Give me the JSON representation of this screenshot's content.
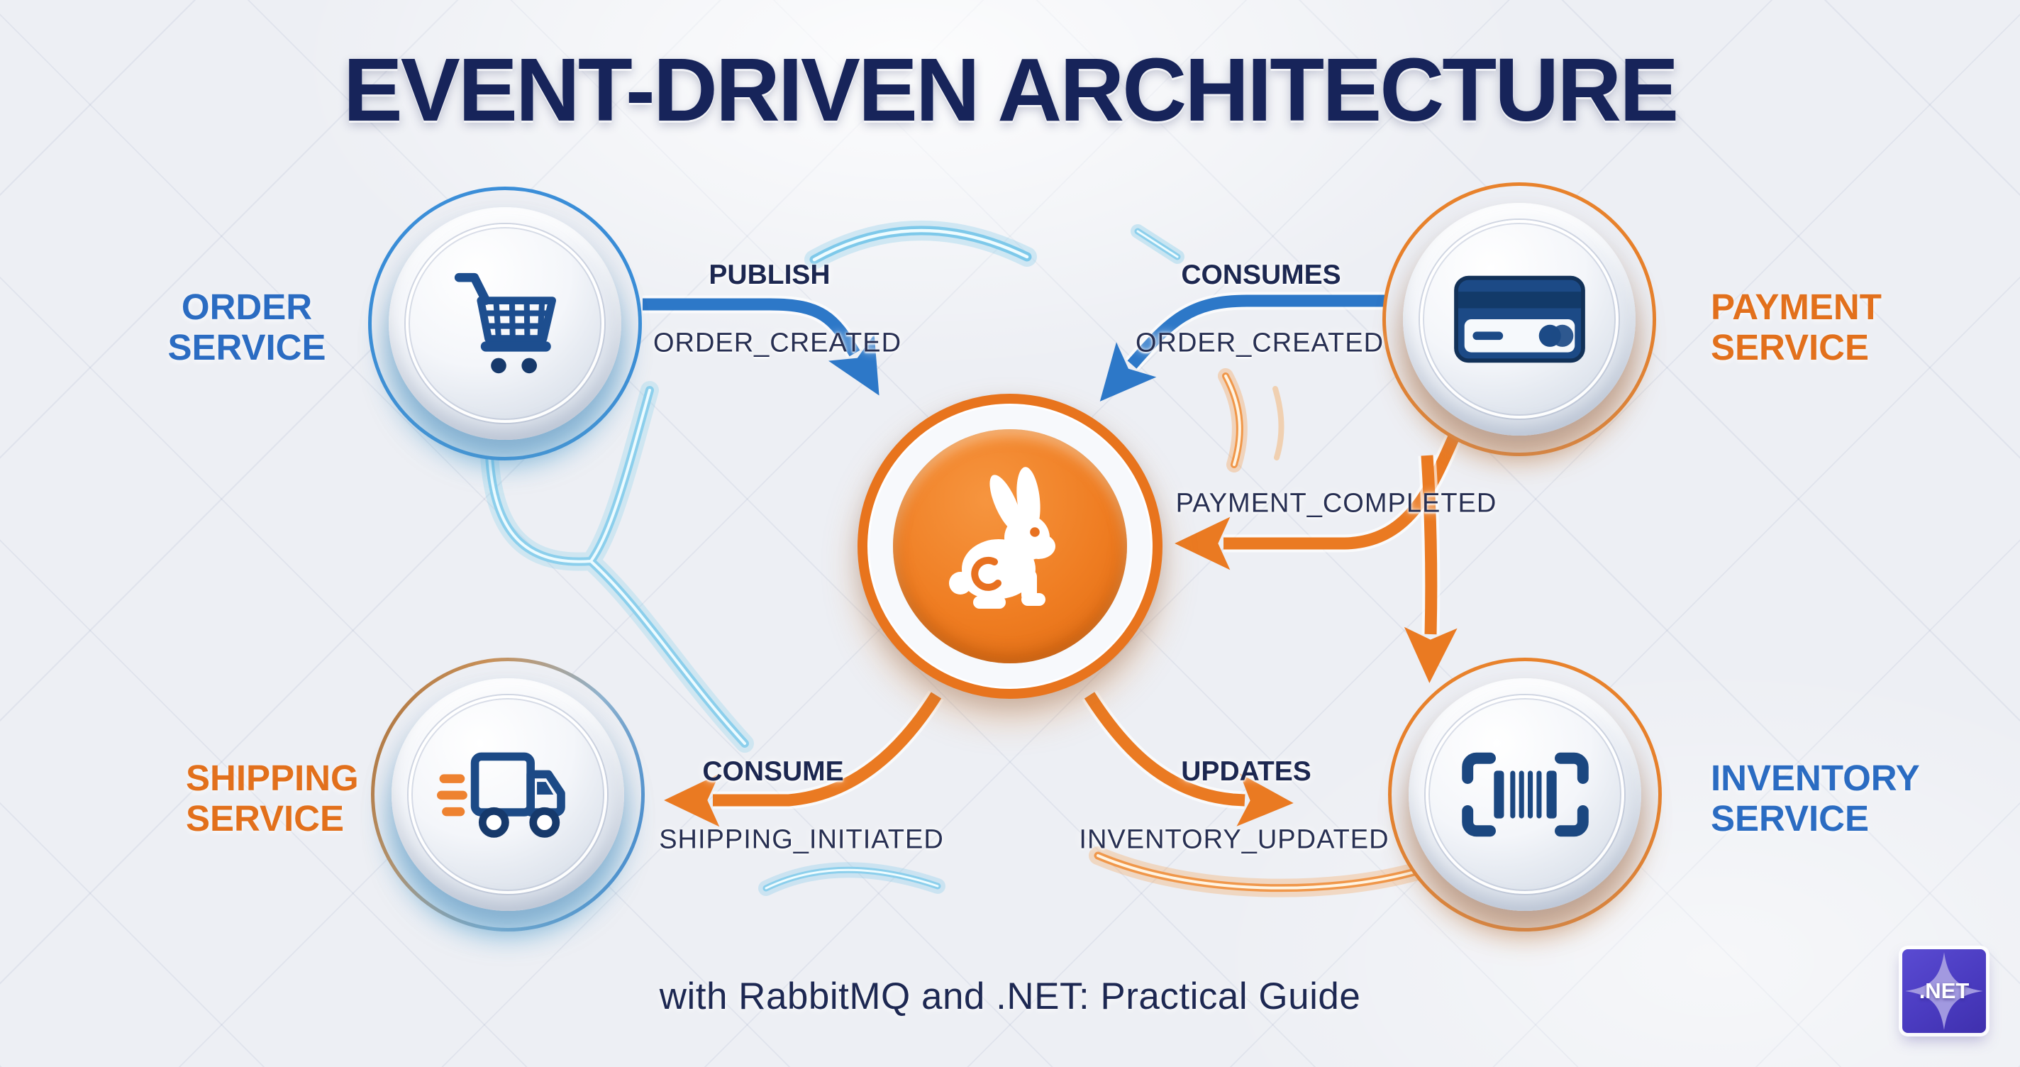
{
  "title": "EVENT-DRIVEN ARCHITECTURE",
  "caption": "with RabbitMQ and .NET: Practical Guide",
  "badge": {
    "label": ".NET"
  },
  "services": {
    "order": {
      "line1": "ORDER",
      "line2": "SERVICE",
      "color": "#2b6cc2"
    },
    "payment": {
      "line1": "PAYMENT",
      "line2": "SERVICE",
      "color": "#e2701c"
    },
    "shipping": {
      "line1": "SHIPPING",
      "line2": "SERVICE",
      "color": "#e2701c"
    },
    "inventory": {
      "line1": "INVENTORY",
      "line2": "SERVICE",
      "color": "#2b6cc2"
    }
  },
  "broker": {
    "icon": "rabbit-icon",
    "color": "#e87722"
  },
  "icons": {
    "order": "shopping-cart-icon",
    "payment": "credit-card-icon",
    "shipping": "delivery-truck-icon",
    "inventory": "barcode-icon",
    "badge": "dotnet-star-icon"
  },
  "flows": {
    "publish": {
      "action": "PUBLISH",
      "event": "ORDER_CREATED",
      "color": "#2d78c8"
    },
    "consumes": {
      "action": "CONSUMES",
      "event": "ORDER_CREATED",
      "color": "#2d78c8"
    },
    "payment_completed": {
      "event": "PAYMENT_COMPLETED",
      "color": "#ea7a22"
    },
    "consume": {
      "action": "CONSUME",
      "event": "SHIPPING_INITIATED",
      "color": "#ea7a22"
    },
    "updates": {
      "action": "UPDATES",
      "event": "INVENTORY_UPDATED",
      "color": "#ea7a22"
    }
  },
  "colors": {
    "background": "#edeff4",
    "title": "#17245a",
    "accent_blue": "#2e7fd0",
    "accent_orange": "#e87722",
    "neon_blue": "#8ccfec",
    "neon_orange": "#f0974a"
  }
}
